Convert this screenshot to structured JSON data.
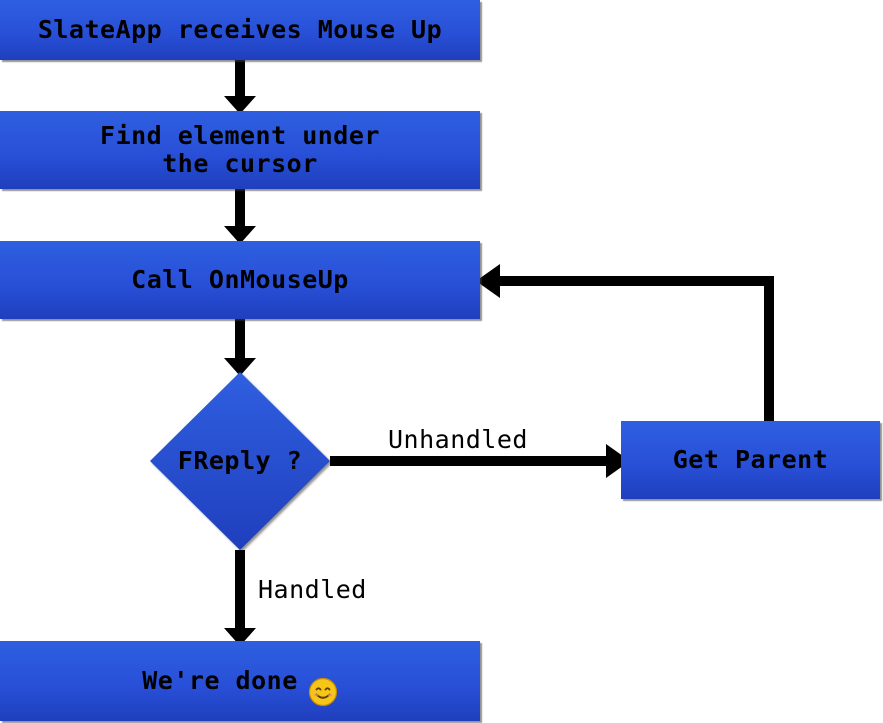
{
  "diagram": {
    "nodes": {
      "start": "SlateApp receives Mouse Up",
      "find": "Find element under\nthe cursor",
      "call": "Call OnMouseUp",
      "decision": "FReply ?",
      "parent": "Get Parent",
      "done": "We're done"
    },
    "edges": {
      "unhandled": "Unhandled",
      "handled": "Handled"
    },
    "icons": {
      "done_icon": "smiling-face-icon"
    },
    "colors": {
      "box_fill": "#2850d8",
      "arrow": "#000000",
      "emoji": "#f5c518"
    }
  }
}
